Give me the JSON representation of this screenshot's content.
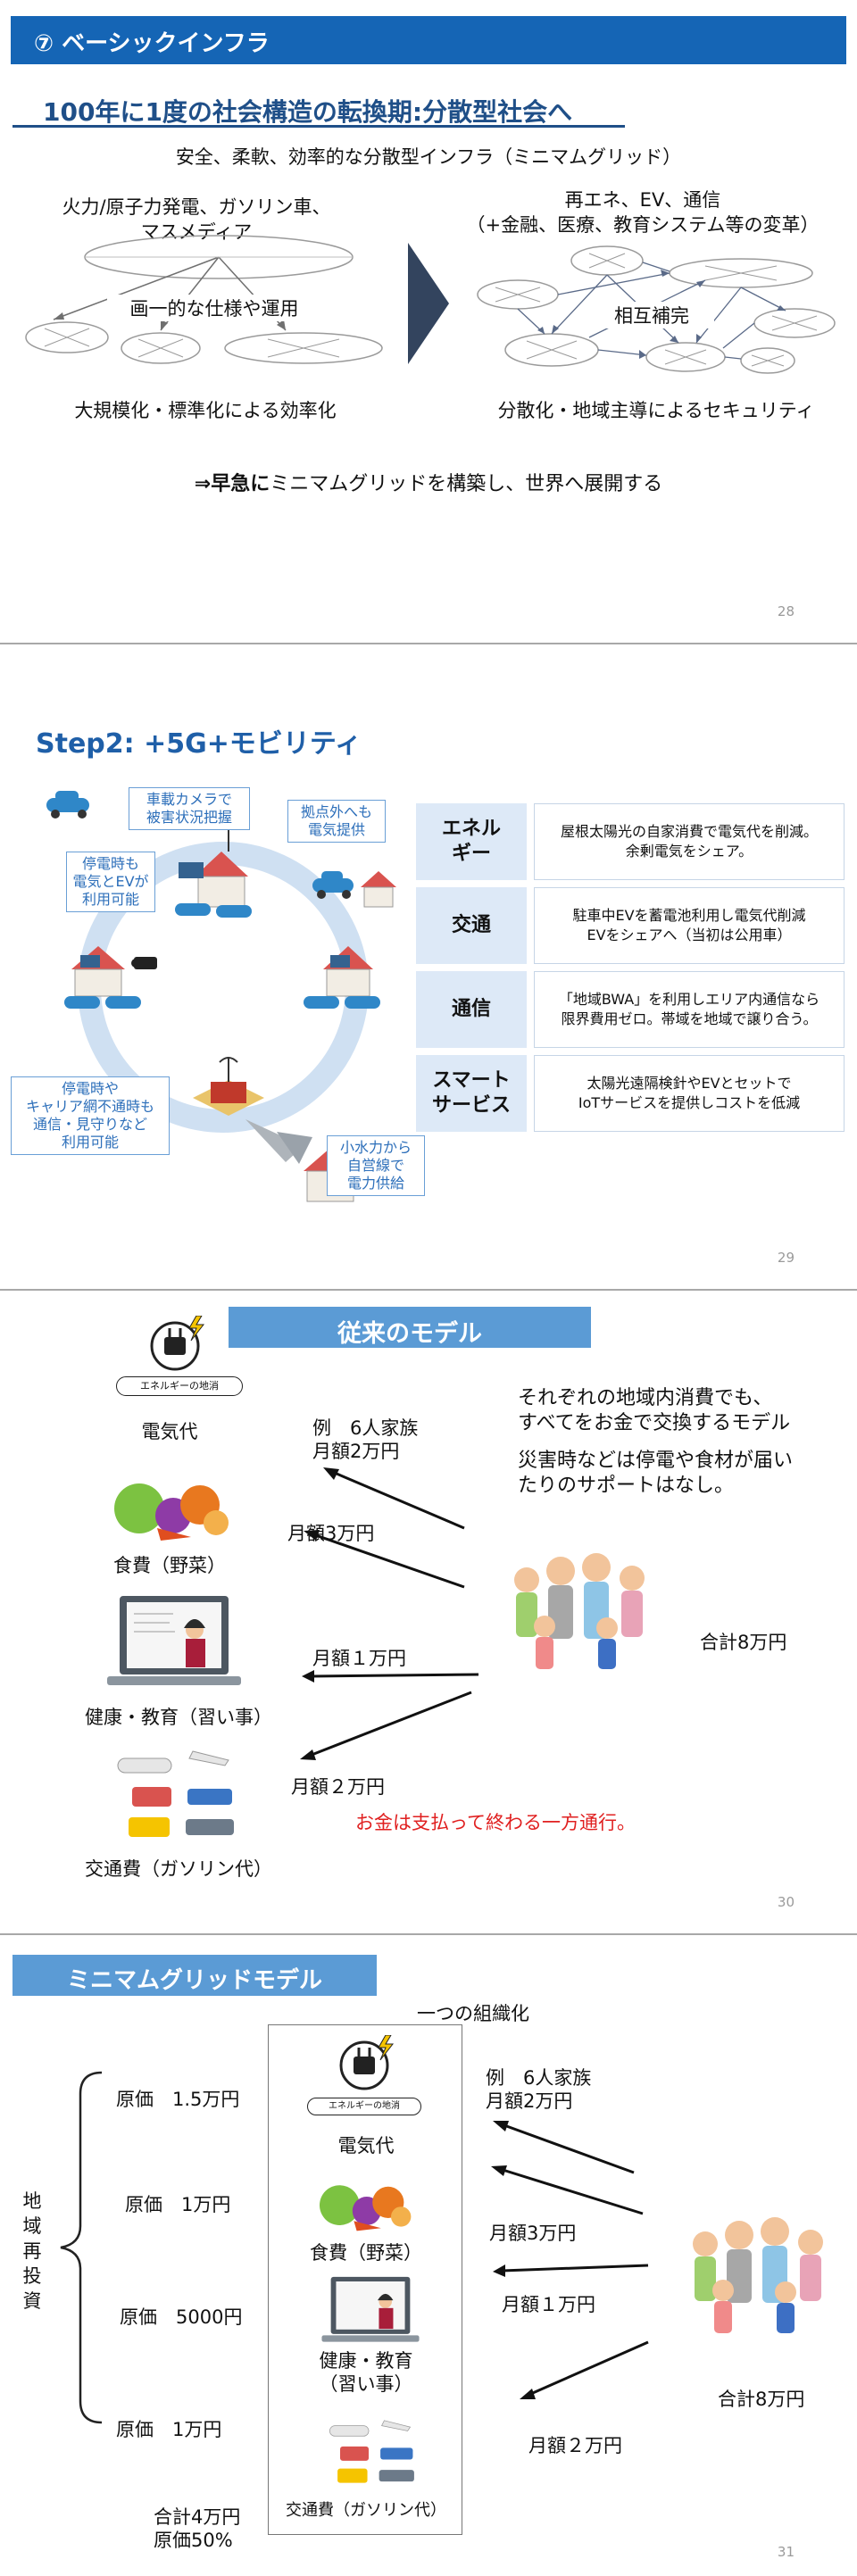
{
  "slide1": {
    "header": "⑦ ベーシックインフラ",
    "title": "100年に1度の社会構造の転換期:分散型社会へ",
    "subtitle": "安全、柔軟、効率的な分散型インフラ（ミニマムグリッド）",
    "left_title_1": "火力/原子力発電、ガソリン車、",
    "left_title_2": "マスメディア",
    "left_mid": "画一的な仕様や運用",
    "left_bottom": "大規模化・標準化による効率化",
    "right_title_1": "再エネ、EV、通信",
    "right_title_2": "（+金融、医療、教育システム等の変革）",
    "right_mid": "相互補完",
    "right_bottom": "分散化・地域主導によるセキュリティ",
    "conclusion_bold": "⇒早急に",
    "conclusion_rest": "ミニマムグリッドを構築し、世界へ展開する",
    "page": "28"
  },
  "slide2": {
    "title": "Step2: +5G+モビリティ",
    "callout_car_camera": "車載カメラで\n被害状況把握",
    "callout_outside": "拠点外へも\n電気提供",
    "callout_outage_ev": "停電時も\n電気とEVが\n利用可能",
    "callout_comm": "停電時や\nキャリア網不通時も\n通信・見守りなど\n利用可能",
    "callout_hydro": "小水力から\n自営線で\n電力供給",
    "rows": [
      {
        "head": "エネル\nギー",
        "body": "屋根太陽光の自家消費で電気代を削減。\n余剰電気をシェア。"
      },
      {
        "head": "交通",
        "body": "駐車中EVを蓄電池利用し電気代削減\nEVをシェアへ（当初は公用車）"
      },
      {
        "head": "通信",
        "body": "「地域BWA」を利用しエリア内通信なら\n限界費用ゼロ。帯域を地域で譲り合う。"
      },
      {
        "head": "スマート\nサービス",
        "body": "太陽光遠隔検針やEVとセットで\nIoTサービスを提供しコストを低減"
      }
    ],
    "page": "29"
  },
  "slide3": {
    "banner": "従来のモデル",
    "badge": "エネルギーの地消",
    "label_electricity": "電気代",
    "label_food": "食費（野菜）",
    "label_education": "健康・教育（習い事）",
    "label_transport": "交通費（ガソリン代）",
    "desc_1": "それぞれの地域内消費でも、",
    "desc_2": "すべてをお金で交換するモデル",
    "desc_3": "災害時などは停電や食材が届い",
    "desc_4": "たりのサポートはなし。",
    "example_1": "例　6人家族",
    "example_2": "月額2万円",
    "amount_food": "月額3万円",
    "amount_edu": "月額１万円",
    "amount_transport": "月額２万円",
    "total": "合計8万円",
    "warning": "お金は支払って終わる一方通行。",
    "page": "30"
  },
  "slide4": {
    "banner": "ミニマムグリッドモデル",
    "org_label": "一つの組織化",
    "reinvest": "地\n域\n再\n投\n資",
    "cost_1": "原価　1.5万円",
    "cost_2": "原価　1万円",
    "cost_3": "原価　5000円",
    "cost_4": "原価　1万円",
    "badge": "エネルギーの地消",
    "label_electricity": "電気代",
    "label_food": "食費（野菜）",
    "label_education": "健康・教育\n（習い事）",
    "label_transport": "交通費（ガソリン代）",
    "example_1": "例　6人家族",
    "example_2": "月額2万円",
    "amount_food": "月額3万円",
    "amount_edu": "月額１万円",
    "amount_transport": "月額２万円",
    "total": "合計8万円",
    "sum_1": "合計4万円",
    "sum_2": "原価50%",
    "page": "31"
  },
  "colors": {
    "header_blue": "#1565b5",
    "title_blue": "#1f4f88",
    "light_blue_band": "#cfe0f2",
    "banner_blue": "#5b9bd5",
    "red": "#e02020",
    "navy_arrow": "#33445e"
  }
}
